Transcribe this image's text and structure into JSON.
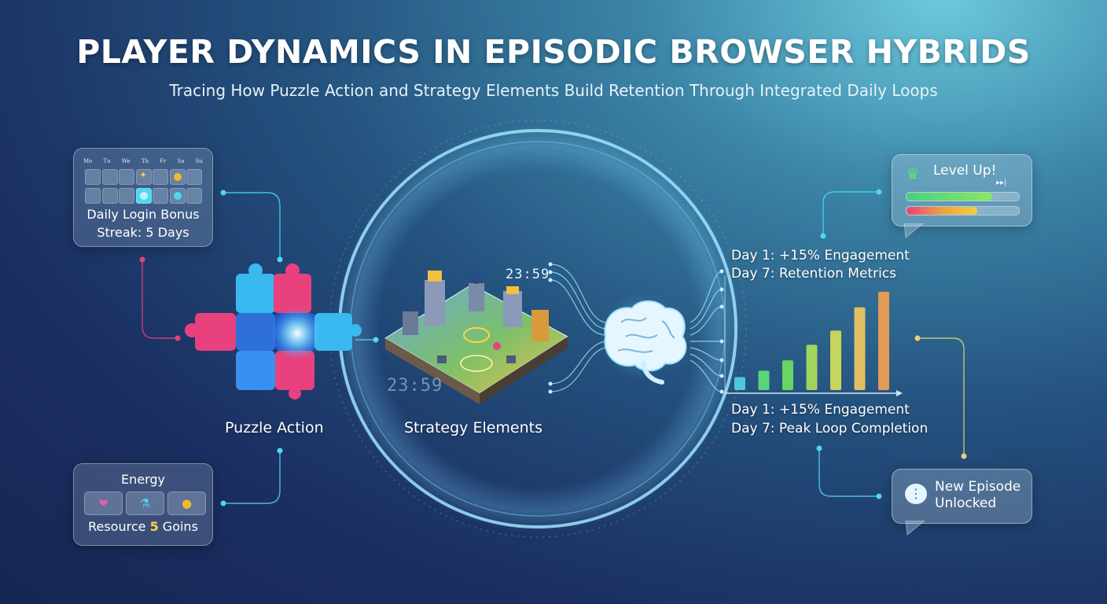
{
  "title": "PLAYER DYNAMICS IN EPISODIC BROWSER HYBRIDS",
  "subtitle": "Tracing How Puzzle Action and Strategy Elements Build Retention Through Integrated Daily Loops",
  "login_panel": {
    "day_headers": [
      "Mo",
      "Tu",
      "We",
      "Th",
      "Fr",
      "Sa",
      "Su"
    ],
    "label_line1": "Daily Login Bonus",
    "label_line2": "Streak: 5 Days"
  },
  "energy_panel": {
    "title": "Energy",
    "resource_label": "Resource",
    "resource_value": "5",
    "resource_unit": "Goins"
  },
  "nodes": {
    "puzzle_label": "Puzzle Action",
    "strategy_label": "Strategy Elements",
    "timer_top": "23:59",
    "timer_side": "23:59"
  },
  "metrics_top": {
    "line1": "Day 1: +15% Engagement",
    "line2": "Day 7: Retention Metrics"
  },
  "metrics_bottom": {
    "line1": "Day 1: +15% Engagement",
    "line2": "Day 7: Peak Loop Completion"
  },
  "level_up": {
    "label": "Level Up!",
    "controls": "▸▸|",
    "green_progress": 0.76,
    "orange_progress": 0.63
  },
  "new_episode": {
    "line1": "New Episode",
    "line2": "Unlocked"
  },
  "chart_data": {
    "type": "bar",
    "values": [
      1,
      1.5,
      2.3,
      3.5,
      4.6,
      6.4,
      7.6
    ],
    "colors": [
      "#4fd4e6",
      "#5ee07a",
      "#6fe060",
      "#a8e05a",
      "#d4e05a",
      "#f0c860",
      "#f2a050"
    ],
    "title": "",
    "xlabel": "",
    "ylabel": ""
  },
  "colors": {
    "accent_cyan": "#4fd8f0",
    "puzzle_pink": "#e8417e",
    "puzzle_blue": "#2f8fe8",
    "gold": "#ffd34a"
  }
}
